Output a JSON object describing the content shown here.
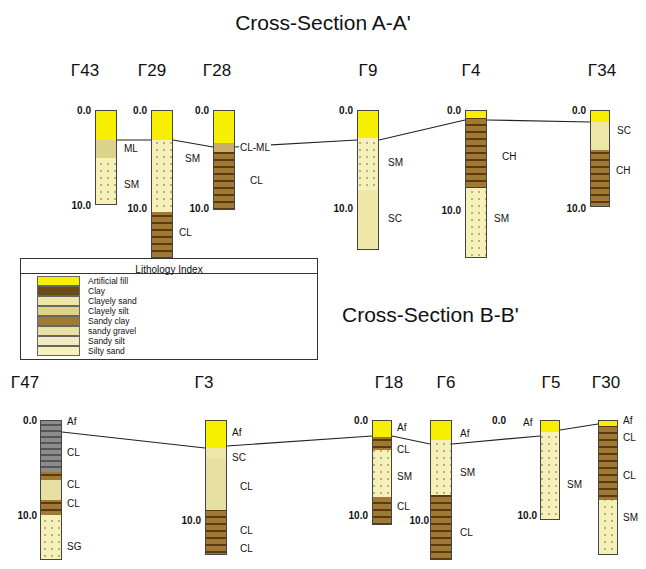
{
  "diagram": {
    "nodes": [
      {
        "text": [
          "Γ43",
          "0.0",
          "ML",
          "SM",
          "10.0"
        ]
      },
      {
        "text": [
          "Γ29",
          "0.0",
          "SM",
          "10.0",
          "CL"
        ]
      },
      {
        "text": [
          "Γ28",
          "0.0",
          "CL-ML",
          "CL",
          "10.0"
        ]
      },
      {
        "text": [
          "Γ9",
          "0.0",
          "SM",
          "10.0",
          "SC"
        ]
      },
      {
        "text": [
          "Γ4",
          "0.0",
          "CH",
          "10.0",
          "SM"
        ]
      },
      {
        "text": [
          "Γ34",
          "0.0",
          "SC",
          "CH",
          "10.0"
        ]
      },
      {
        "text": [
          "Γ47",
          "0.0",
          "Af",
          "CL",
          "CL",
          "CL",
          "10.0",
          "SG"
        ]
      },
      {
        "text": [
          "Γ3",
          "Af",
          "SC",
          "CL",
          "10.0",
          "CL",
          "CL"
        ]
      },
      {
        "text": [
          "Γ18",
          "0.0",
          "Af",
          "CL",
          "SM",
          "CL",
          "10.0"
        ]
      },
      {
        "text": [
          "Γ6",
          "Af",
          "SM",
          "10.0",
          "CL"
        ]
      },
      {
        "text": [
          "Γ5",
          "0.0",
          "Af",
          "SM",
          "10.0"
        ]
      },
      {
        "text": [
          "Γ30",
          "Af",
          "CL",
          "CL",
          "SM"
        ]
      }
    ],
    "edges": [
      {
        "from": 0,
        "to": 1,
        "arrow": "none"
      },
      {
        "from": 1,
        "to": 2,
        "arrow": "none"
      },
      {
        "from": 2,
        "to": 3,
        "arrow": "none"
      },
      {
        "from": 3,
        "to": 4,
        "arrow": "none"
      },
      {
        "from": 4,
        "to": 5,
        "arrow": "none"
      },
      {
        "from": 6,
        "to": 7,
        "arrow": "none"
      },
      {
        "from": 7,
        "to": 8,
        "arrow": "none"
      },
      {
        "from": 8,
        "to": 9,
        "arrow": "none"
      },
      {
        "from": 9,
        "to": 10,
        "arrow": "none"
      },
      {
        "from": 10,
        "to": 11,
        "arrow": "none"
      }
    ],
    "labels": [
      "Cross-Section A-A'",
      "Lithology Index",
      "Cross-Section B-B'"
    ],
    "legend": [
      {
        "text": "Artificial fill",
        "color": "#f7ef00"
      },
      {
        "text": "Clay",
        "color": "#6b4a14"
      },
      {
        "text": "Clayely sand",
        "color": "#efe7a8"
      },
      {
        "text": "Clayely silt",
        "color": "#dcd28a"
      },
      {
        "text": "Sandy clay",
        "color": "#a07a34"
      },
      {
        "text": "sandy gravel",
        "color": "#e8dfa2"
      },
      {
        "text": "Sandy silt",
        "color": "#f0ebc4"
      },
      {
        "text": "Silty sand",
        "color": "#f5f1b8"
      }
    ]
  }
}
